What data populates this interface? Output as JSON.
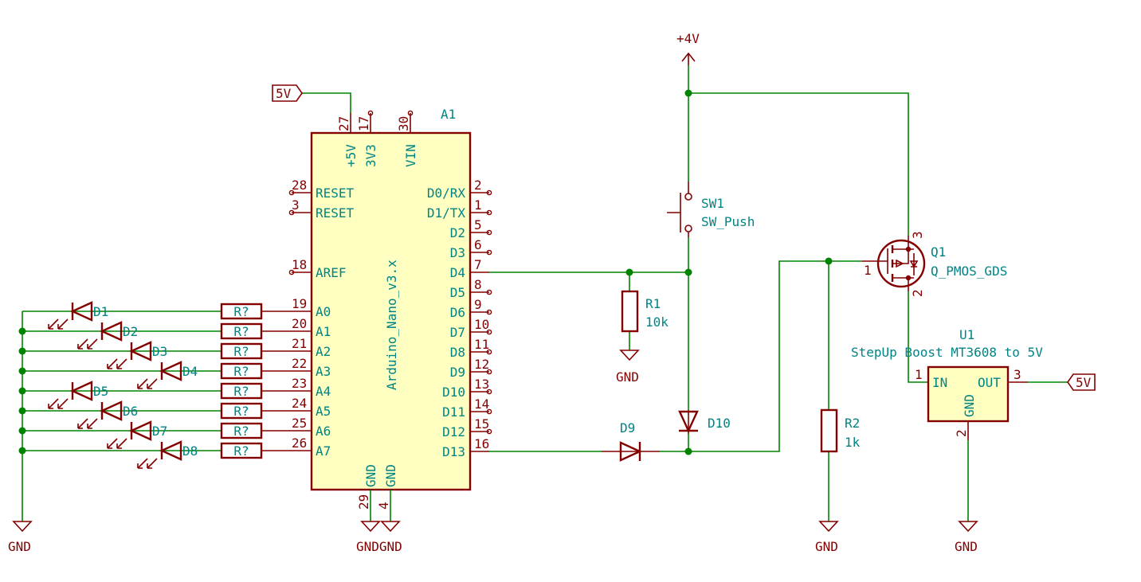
{
  "nano": {
    "ref": "A1",
    "value": "Arduino_Nano_v3.x",
    "top_pins": [
      {
        "num": "27",
        "name": "+5V"
      },
      {
        "num": "17",
        "name": "3V3"
      },
      {
        "num": "30",
        "name": "VIN"
      }
    ],
    "left_pins": [
      {
        "num": "28",
        "name": "RESET"
      },
      {
        "num": "3",
        "name": "RESET"
      },
      {
        "num": "18",
        "name": "AREF"
      },
      {
        "num": "19",
        "name": "A0"
      },
      {
        "num": "20",
        "name": "A1"
      },
      {
        "num": "21",
        "name": "A2"
      },
      {
        "num": "22",
        "name": "A3"
      },
      {
        "num": "23",
        "name": "A4"
      },
      {
        "num": "24",
        "name": "A5"
      },
      {
        "num": "25",
        "name": "A6"
      },
      {
        "num": "26",
        "name": "A7"
      }
    ],
    "right_pins": [
      {
        "num": "2",
        "name": "D0/RX"
      },
      {
        "num": "1",
        "name": "D1/TX"
      },
      {
        "num": "5",
        "name": "D2"
      },
      {
        "num": "6",
        "name": "D3"
      },
      {
        "num": "7",
        "name": "D4"
      },
      {
        "num": "8",
        "name": "D5"
      },
      {
        "num": "9",
        "name": "D6"
      },
      {
        "num": "10",
        "name": "D7"
      },
      {
        "num": "11",
        "name": "D8"
      },
      {
        "num": "12",
        "name": "D9"
      },
      {
        "num": "13",
        "name": "D10"
      },
      {
        "num": "14",
        "name": "D11"
      },
      {
        "num": "15",
        "name": "D12"
      },
      {
        "num": "16",
        "name": "D13"
      }
    ],
    "bottom_pins": [
      {
        "num": "29",
        "name": "GND"
      },
      {
        "num": "4",
        "name": "GND"
      }
    ]
  },
  "leds": [
    {
      "ref": "D1",
      "res": "R?"
    },
    {
      "ref": "D2",
      "res": "R?"
    },
    {
      "ref": "D3",
      "res": "R?"
    },
    {
      "ref": "D4",
      "res": "R?"
    },
    {
      "ref": "D5",
      "res": "R?"
    },
    {
      "ref": "D6",
      "res": "R?"
    },
    {
      "ref": "D7",
      "res": "R?"
    },
    {
      "ref": "D8",
      "res": "R?"
    }
  ],
  "gnd_labels": {
    "left": "GND",
    "nano_pair": "GNDGND",
    "r1": "GND",
    "r2": "GND",
    "u1": "GND"
  },
  "power": {
    "plus4v": "+4V"
  },
  "netlabels": {
    "five_v_left": "5V",
    "five_v_right": "5V"
  },
  "sw1": {
    "ref": "SW1",
    "value": "SW_Push"
  },
  "r1": {
    "ref": "R1",
    "value": "10k"
  },
  "r2": {
    "ref": "R2",
    "value": "1k"
  },
  "d9": {
    "ref": "D9"
  },
  "d10": {
    "ref": "D10"
  },
  "q1": {
    "ref": "Q1",
    "value": "Q_PMOS_GDS",
    "pin_gate": "1",
    "pin_drain": "2",
    "pin_source": "3"
  },
  "u1": {
    "ref": "U1",
    "value": "StepUp Boost MT3608 to 5V",
    "pin_in_num": "1",
    "pin_in": "IN",
    "pin_out_num": "3",
    "pin_out": "OUT",
    "pin_gnd_num": "2",
    "pin_gnd": "GND"
  }
}
